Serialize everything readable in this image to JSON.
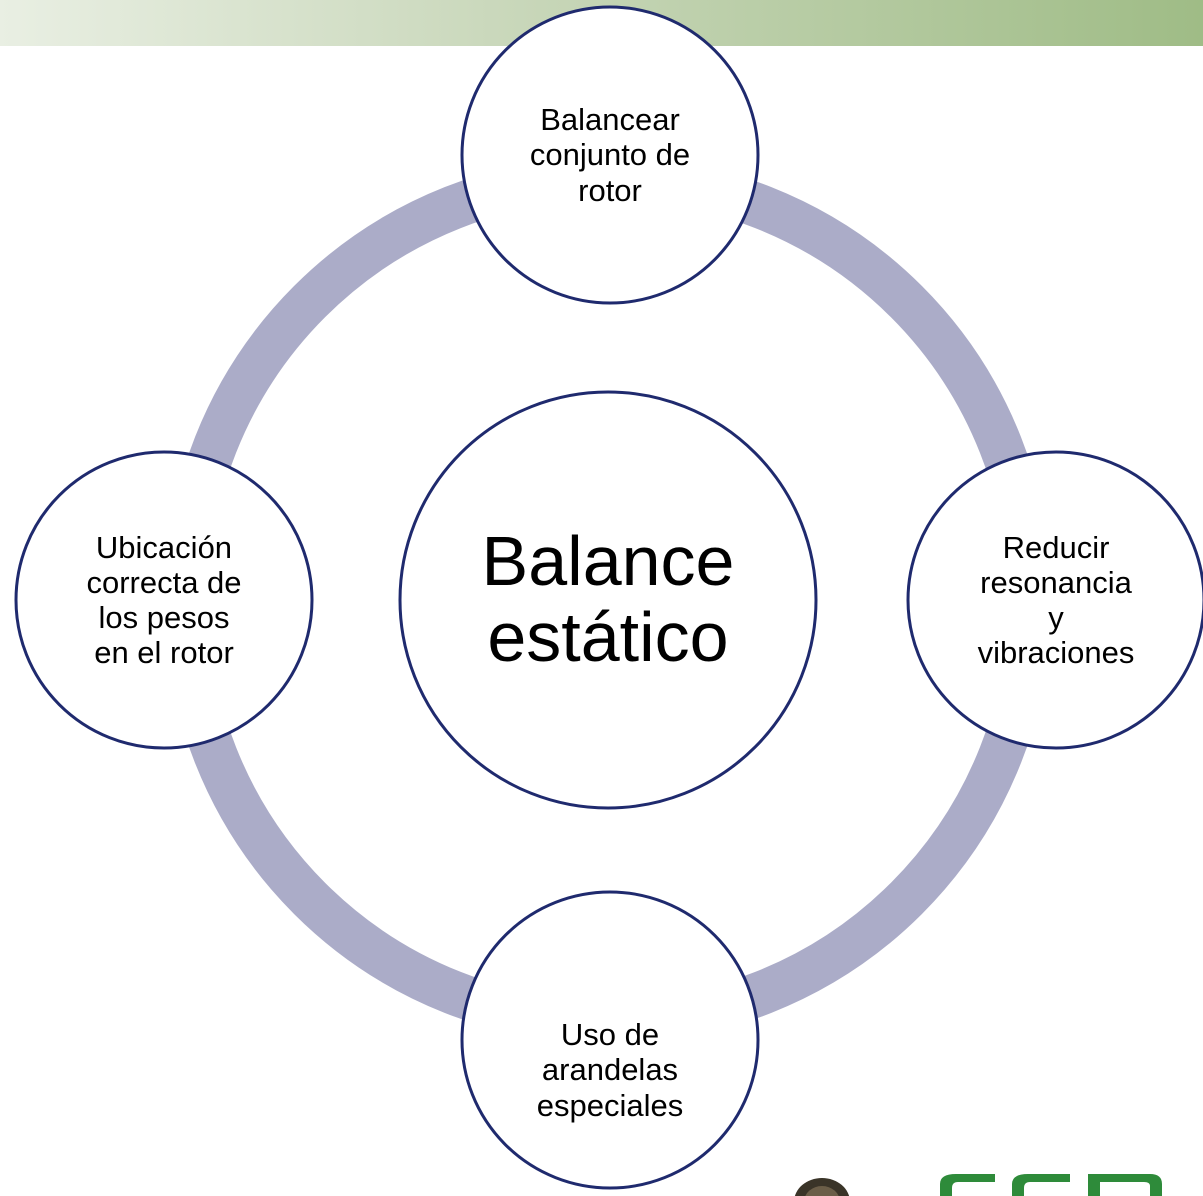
{
  "diagram": {
    "center": {
      "label": "Balance\nestático"
    },
    "nodes": [
      {
        "id": "top",
        "label": "Balancear\nconjunto de\nrotor"
      },
      {
        "id": "right",
        "label": "Reducir\nresonancia\ny\nvibraciones"
      },
      {
        "id": "bottom",
        "label": "Uso de\narandelas\nespeciales"
      },
      {
        "id": "left",
        "label": "Ubicación\ncorrecta de\nlos pesos\nen el rotor"
      }
    ]
  },
  "colors": {
    "ring": "#abacc8",
    "circle_border": "#1f2a6e",
    "circle_fill": "#ffffff",
    "header_band_start": "#e9efe3",
    "header_band_end": "#9fbc86",
    "logo_green": "#2e8b3a",
    "logo_dark": "#3a3428"
  }
}
